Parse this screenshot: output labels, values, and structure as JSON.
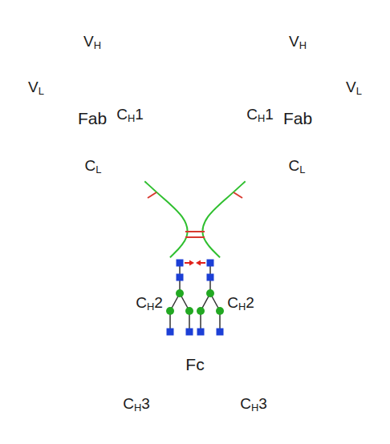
{
  "diagram": {
    "nodes": [
      {
        "text": [
          "VH"
        ]
      },
      {
        "text": [
          "VH"
        ]
      },
      {
        "text": [
          "VL"
        ]
      },
      {
        "text": [
          "VL"
        ]
      },
      {
        "text": [
          "CH1"
        ]
      },
      {
        "text": [
          "CH1"
        ]
      },
      {
        "text": [
          "CL"
        ]
      },
      {
        "text": [
          "CL"
        ]
      },
      {
        "text": [
          "CH2"
        ]
      },
      {
        "text": [
          "CH2"
        ]
      },
      {
        "text": [
          "CH3"
        ]
      },
      {
        "text": [
          "CH3"
        ]
      }
    ],
    "edges": [
      {
        "from": 4,
        "to": 8,
        "arrow": "none"
      },
      {
        "from": 5,
        "to": 9,
        "arrow": "none"
      }
    ],
    "labels": [
      "Fab",
      "Fab",
      "Fc"
    ]
  }
}
